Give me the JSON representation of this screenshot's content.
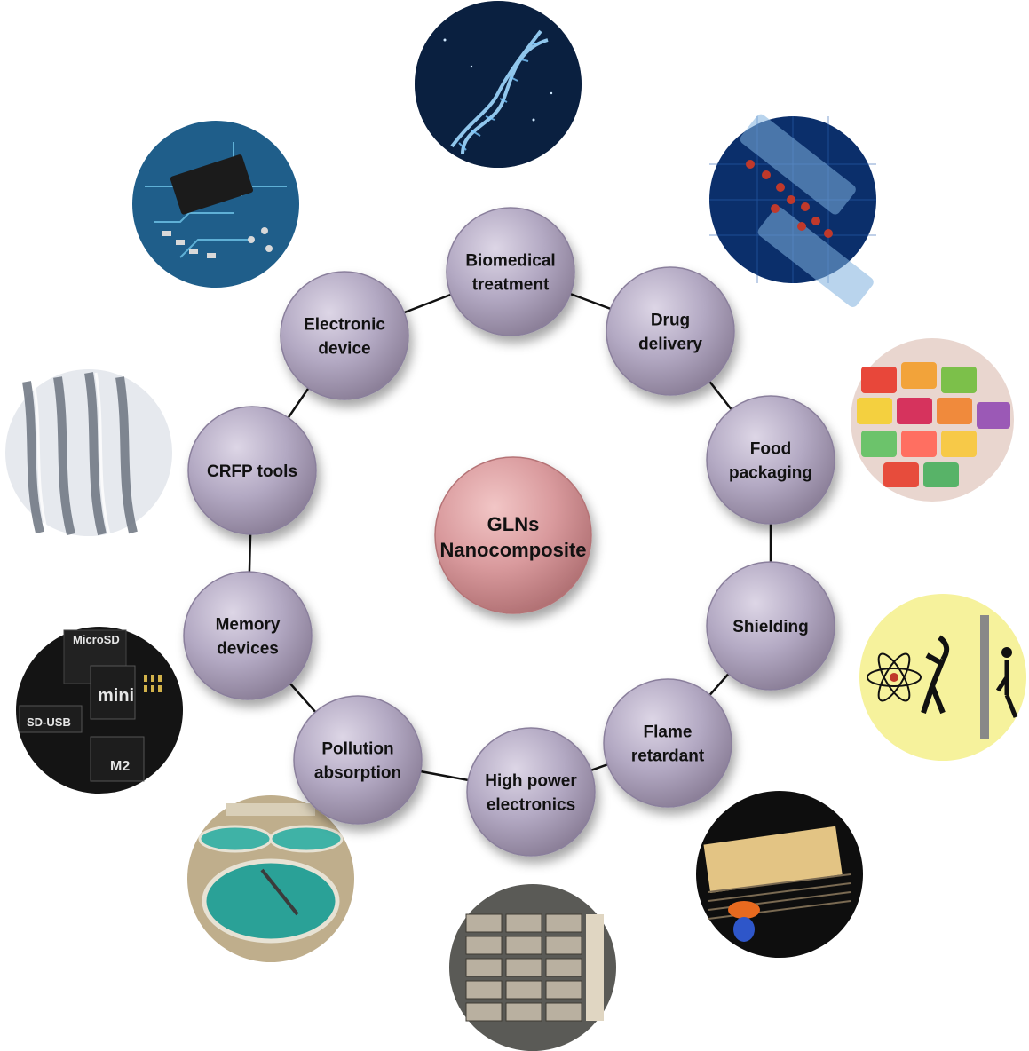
{
  "center": {
    "line1": "GLNs",
    "line2": "Nanocomposite"
  },
  "applications": [
    {
      "id": "biomedical",
      "lines": [
        "Biomedical",
        "treatment"
      ],
      "image_icon": "dna-helix-image"
    },
    {
      "id": "drug",
      "lines": [
        "Drug",
        "delivery"
      ],
      "image_icon": "drug-molecules-image"
    },
    {
      "id": "food",
      "lines": [
        "Food",
        "packaging"
      ],
      "image_icon": "packaged-produce-image"
    },
    {
      "id": "shielding",
      "lines": [
        "Shielding"
      ],
      "image_icon": "atom-shield-image"
    },
    {
      "id": "flame",
      "lines": [
        "Flame",
        "retardant"
      ],
      "image_icon": "burning-foam-image"
    },
    {
      "id": "highpower",
      "lines": [
        "High power",
        "electronics"
      ],
      "image_icon": "server-rack-image"
    },
    {
      "id": "pollution",
      "lines": [
        "Pollution",
        "absorption"
      ],
      "image_icon": "water-treatment-image"
    },
    {
      "id": "memory",
      "lines": [
        "Memory",
        "devices"
      ],
      "image_icon": "memory-card-image"
    },
    {
      "id": "crfp",
      "lines": [
        "CRFP tools"
      ],
      "image_icon": "carbon-fiber-image"
    },
    {
      "id": "electronic",
      "lines": [
        "Electronic",
        "device"
      ],
      "image_icon": "circuit-board-image"
    }
  ],
  "memory_card_text": {
    "microsd": "MicroSD",
    "mini": "mini",
    "sdusb": "SD-USB",
    "m2": "M2"
  },
  "colors": {
    "node_fill": "#b3a9c3",
    "node_edge": "#8a7f9c",
    "center_fill": "#d99a9d",
    "center_edge": "#b57376",
    "ring": "#111111"
  }
}
